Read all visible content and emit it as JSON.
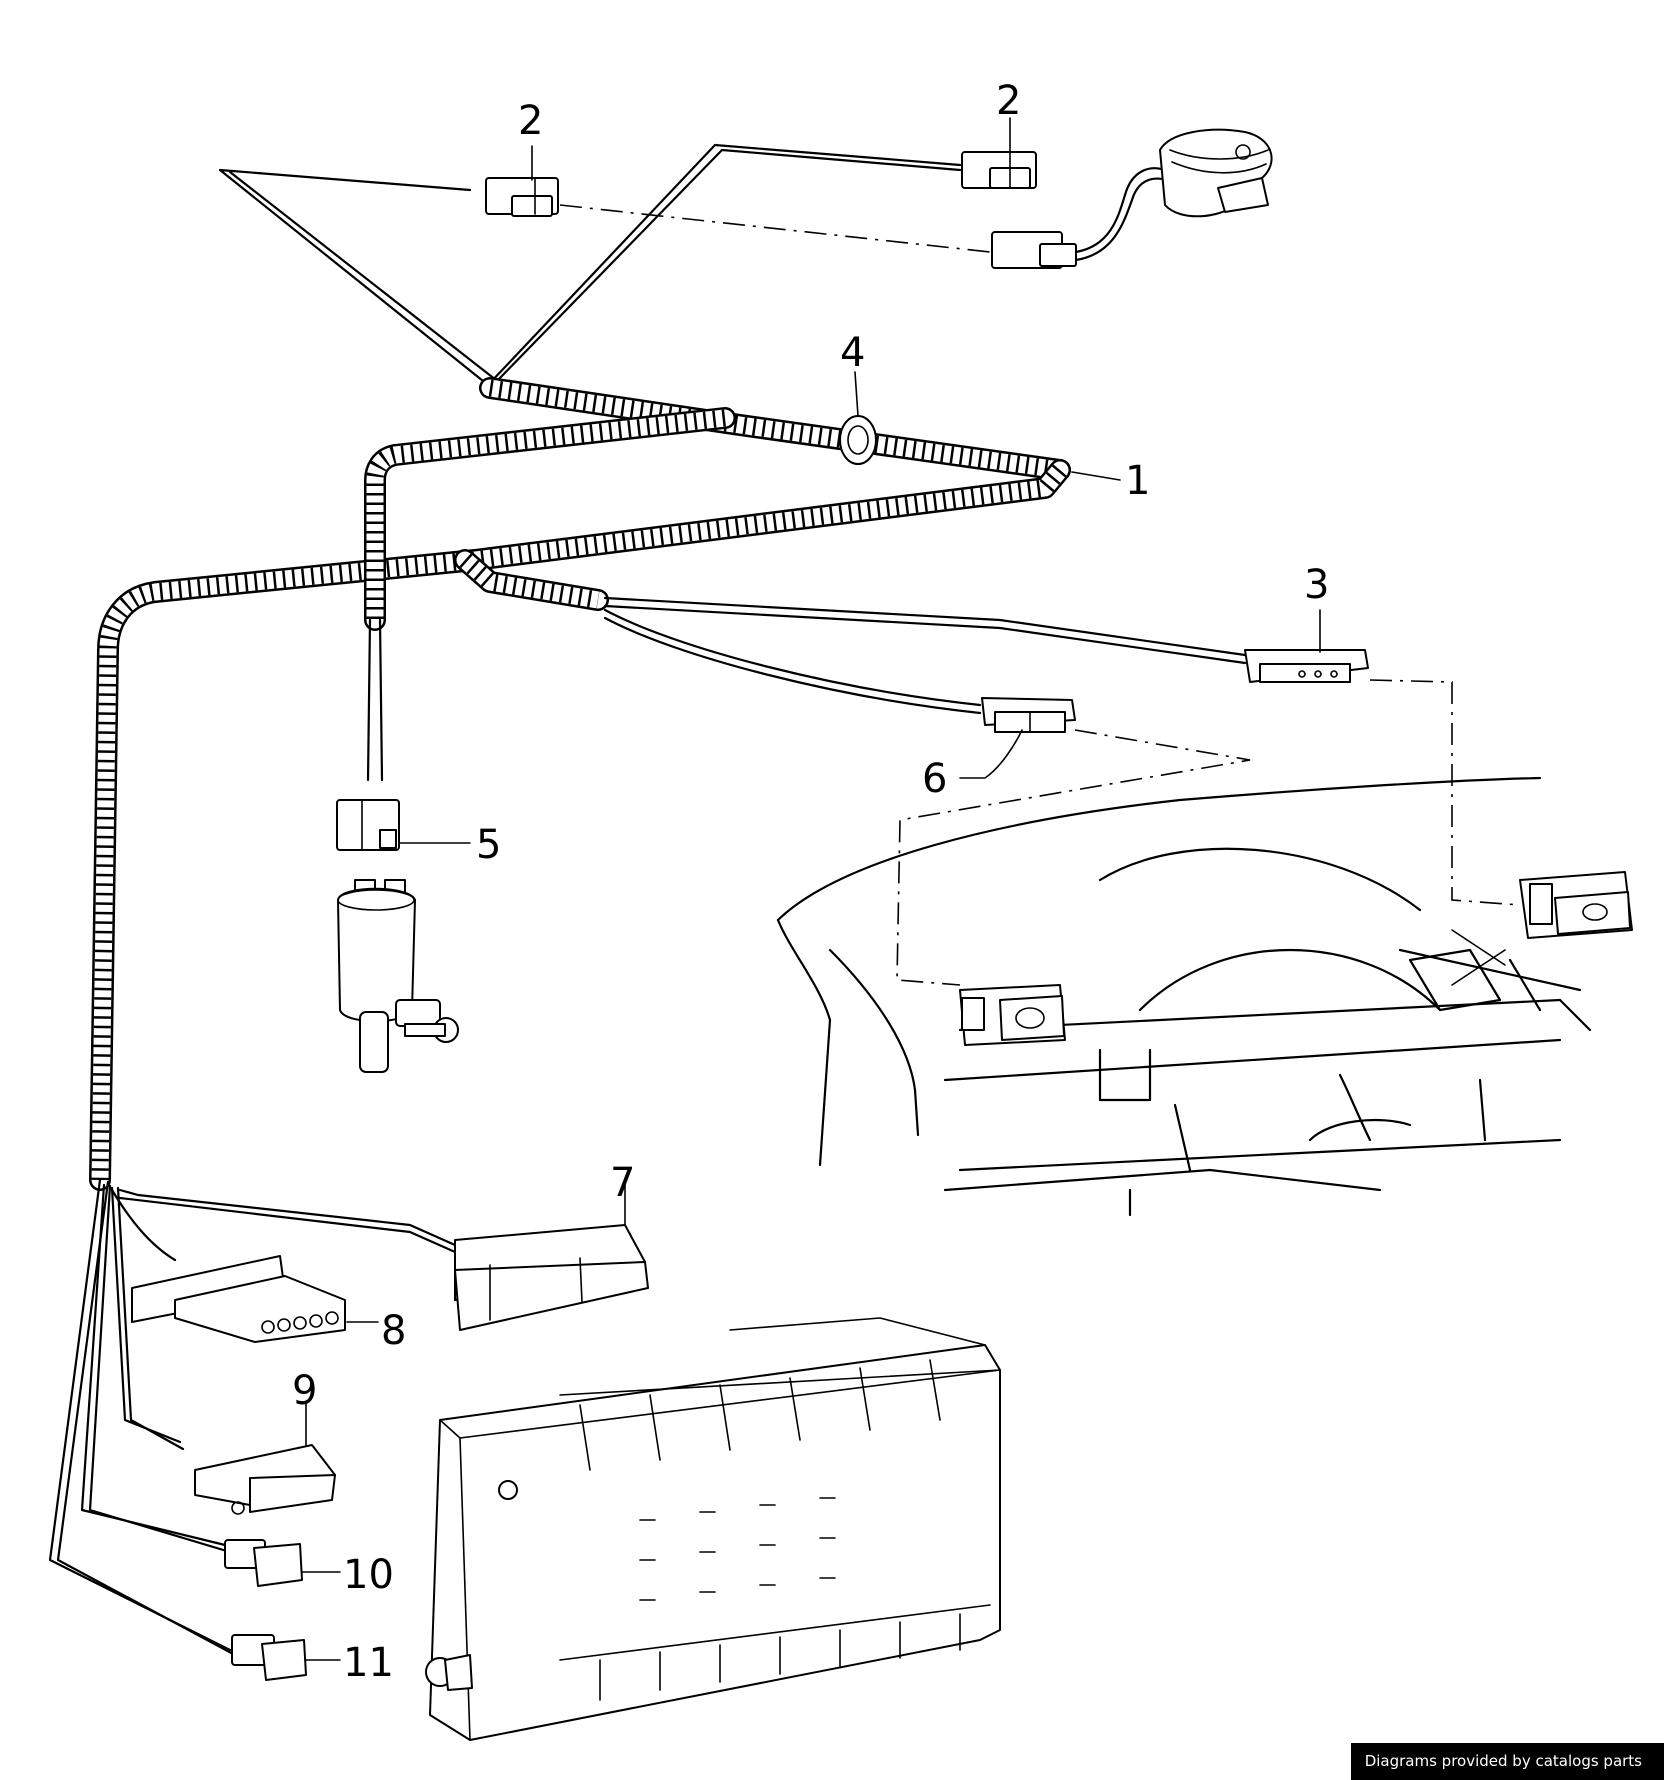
{
  "callouts": [
    {
      "id": "1",
      "label": "1"
    },
    {
      "id": "2a",
      "label": "2"
    },
    {
      "id": "2b",
      "label": "2"
    },
    {
      "id": "3",
      "label": "3"
    },
    {
      "id": "4",
      "label": "4"
    },
    {
      "id": "5",
      "label": "5"
    },
    {
      "id": "6",
      "label": "6"
    },
    {
      "id": "7",
      "label": "7"
    },
    {
      "id": "8",
      "label": "8"
    },
    {
      "id": "9",
      "label": "9"
    },
    {
      "id": "10",
      "label": "10"
    },
    {
      "id": "11",
      "label": "11"
    }
  ],
  "credit": "Diagrams provided by catalogs parts"
}
